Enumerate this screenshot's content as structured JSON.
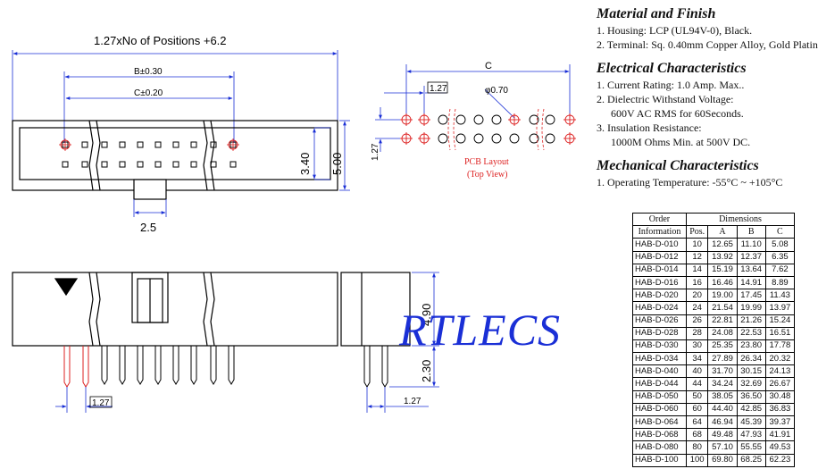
{
  "watermark": "RTLECS",
  "top_view": {
    "overall_dim": "1.27xNo of Positions +6.2",
    "b_dim": "B±0.30",
    "c_dim": "C±0.20",
    "height_inner": "3.40",
    "height_outer": "5.00",
    "key_width": "2.5"
  },
  "pcb_layout": {
    "c_dim": "C",
    "pitch_h": "1.27",
    "hole_dia": "φ0.70",
    "pitch_v": "1.27",
    "title_line1": "PCB Layout",
    "title_line2": "(Top View)"
  },
  "front_view": {
    "pitch": "1.27"
  },
  "side_view": {
    "body_height": "4.90",
    "pin_length": "2.30",
    "pitch": "1.27"
  },
  "specs": {
    "material_title": "Material and Finish",
    "material_items": [
      "1. Housing: LCP (UL94V-0), Black.",
      "2. Terminal: Sq. 0.40mm Copper Alloy, Gold Platin"
    ],
    "electrical_title": "Electrical Characteristics",
    "electrical_items": [
      "1. Current Rating: 1.0 Amp. Max..",
      "2. Dielectric Withstand Voltage:",
      "600V AC RMS for 60Seconds.",
      "3. Insulation Resistance:",
      "1000M Ohms Min. at 500V DC."
    ],
    "mechanical_title": "Mechanical Characteristics",
    "mechanical_items": [
      "1. Operating Temperature: -55°C ~ +105°C"
    ]
  },
  "table": {
    "header_order_1": "Order",
    "header_order_2": "Information",
    "header_dimensions": "Dimensions",
    "col_pos": "Pos.",
    "col_a": "A",
    "col_b": "B",
    "col_c": "C",
    "rows": [
      [
        "HAB-D-010",
        "10",
        "12.65",
        "11.10",
        "5.08"
      ],
      [
        "HAB-D-012",
        "12",
        "13.92",
        "12.37",
        "6.35"
      ],
      [
        "HAB-D-014",
        "14",
        "15.19",
        "13.64",
        "7.62"
      ],
      [
        "HAB-D-016",
        "16",
        "16.46",
        "14.91",
        "8.89"
      ],
      [
        "HAB-D-020",
        "20",
        "19.00",
        "17.45",
        "11.43"
      ],
      [
        "HAB-D-024",
        "24",
        "21.54",
        "19.99",
        "13.97"
      ],
      [
        "HAB-D-026",
        "26",
        "22.81",
        "21.26",
        "15.24"
      ],
      [
        "HAB-D-028",
        "28",
        "24.08",
        "22.53",
        "16.51"
      ],
      [
        "HAB-D-030",
        "30",
        "25.35",
        "23.80",
        "17.78"
      ],
      [
        "HAB-D-034",
        "34",
        "27.89",
        "26.34",
        "20.32"
      ],
      [
        "HAB-D-040",
        "40",
        "31.70",
        "30.15",
        "24.13"
      ],
      [
        "HAB-D-044",
        "44",
        "34.24",
        "32.69",
        "26.67"
      ],
      [
        "HAB-D-050",
        "50",
        "38.05",
        "36.50",
        "30.48"
      ],
      [
        "HAB-D-060",
        "60",
        "44.40",
        "42.85",
        "36.83"
      ],
      [
        "HAB-D-064",
        "64",
        "46.94",
        "45.39",
        "39.37"
      ],
      [
        "HAB-D-068",
        "68",
        "49.48",
        "47.93",
        "41.91"
      ],
      [
        "HAB-D-080",
        "80",
        "57.10",
        "55.55",
        "49.53"
      ],
      [
        "HAB-D-100",
        "100",
        "69.80",
        "68.25",
        "62.23"
      ]
    ]
  }
}
